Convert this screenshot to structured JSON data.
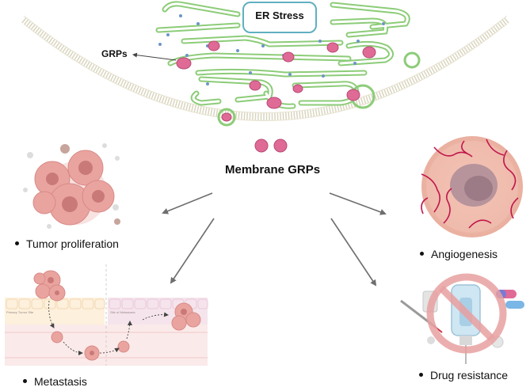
{
  "er_stress_label": "ER Stress",
  "grps_label": "GRPs",
  "membrane_label": "Membrane GRPs",
  "outcomes": {
    "tumor_proliferation": "Tumor proliferation",
    "angiogenesis": "Angiogenesis",
    "metastasis": "Metastasis",
    "drug_resistance": "Drug resistance"
  },
  "metastasis_panel": {
    "primary_site": "Primary Tumor Site",
    "metastasis_site": "Site of Metastasis"
  },
  "colors": {
    "er_membrane": "#8ccc78",
    "grp_protein": "#e06a96",
    "er_box_border": "#5fb0c0",
    "arrow": "#6e6e6e",
    "vessel": "#c0174b",
    "tumor": "#e8a4a0",
    "prohibit": "#e8a0a0"
  }
}
